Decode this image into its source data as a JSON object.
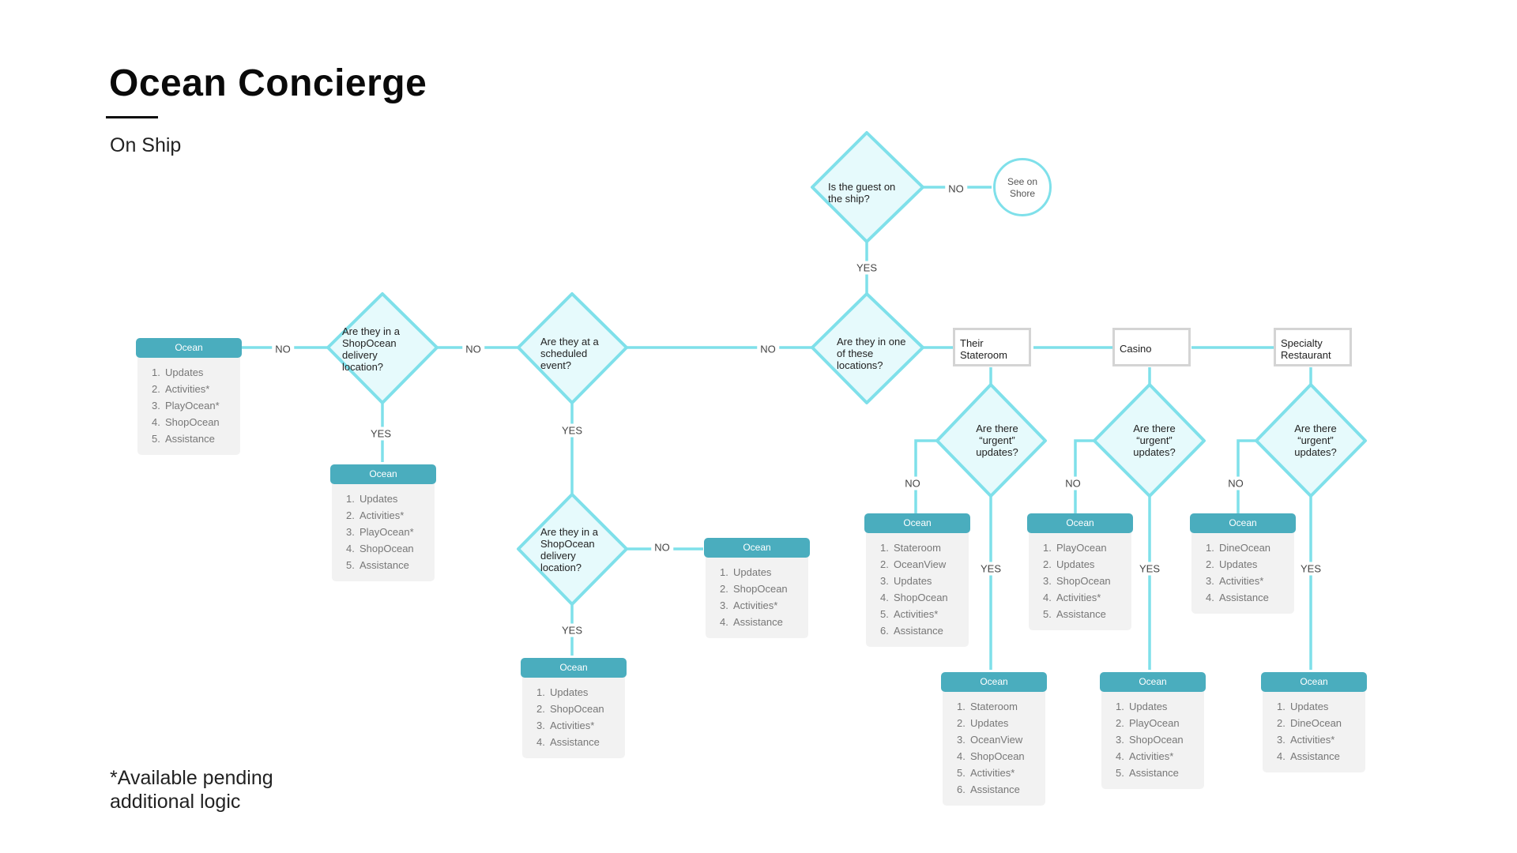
{
  "title": "Ocean Concierge",
  "subtitle": "On Ship",
  "footnote": "*Available pending additional logic",
  "colors": {
    "connector": "#7fe0ea",
    "diamond_fill": "#e6fafc",
    "card_header": "#4aadbe",
    "card_body": "#f2f2f2",
    "box_border": "#d4d4d4"
  },
  "decisions": {
    "on_ship": "Is the guest on the ship?",
    "locations": "Are they in one of these locations?",
    "scheduled": "Are they at a scheduled event?",
    "delivery_left": "Are they in a ShopOcean delivery location?",
    "delivery_event": "Are they in a ShopOcean delivery location?",
    "urgent_stateroom": "Are there “urgent” updates?",
    "urgent_casino": "Are there “urgent” updates?",
    "urgent_specialty": "Are there “urgent” updates?"
  },
  "terminal": {
    "see_on_shore": "See on Shore"
  },
  "locations": {
    "stateroom": "Their Stateroom",
    "casino": "Casino",
    "specialty": "Specialty Restaurant"
  },
  "labels": {
    "yes": "YES",
    "no": "NO"
  },
  "cards": {
    "far_left": {
      "header": "Ocean",
      "items": [
        "Updates",
        "Activities*",
        "PlayOcean*",
        "ShopOcean",
        "Assistance"
      ]
    },
    "delivery_yes": {
      "header": "Ocean",
      "items": [
        "Updates",
        "Activities*",
        "PlayOcean*",
        "ShopOcean",
        "Assistance"
      ]
    },
    "event_delivery_yes": {
      "header": "Ocean",
      "items": [
        "Updates",
        "ShopOcean",
        "Activities*",
        "Assistance"
      ]
    },
    "event_delivery_no": {
      "header": "Ocean",
      "items": [
        "Updates",
        "ShopOcean",
        "Activities*",
        "Assistance"
      ]
    },
    "stateroom_no": {
      "header": "Ocean",
      "items": [
        "Stateroom",
        "OceanView",
        "Updates",
        "ShopOcean",
        "Activities*",
        "Assistance"
      ]
    },
    "stateroom_yes": {
      "header": "Ocean",
      "items": [
        "Stateroom",
        "Updates",
        "OceanView",
        "ShopOcean",
        "Activities*",
        "Assistance"
      ]
    },
    "casino_no": {
      "header": "Ocean",
      "items": [
        "PlayOcean",
        "Updates",
        "ShopOcean",
        "Activities*",
        "Assistance"
      ]
    },
    "casino_yes": {
      "header": "Ocean",
      "items": [
        "Updates",
        "PlayOcean",
        "ShopOcean",
        "Activities*",
        "Assistance"
      ]
    },
    "specialty_no": {
      "header": "Ocean",
      "items": [
        "DineOcean",
        "Updates",
        "Activities*",
        "Assistance"
      ]
    },
    "specialty_yes": {
      "header": "Ocean",
      "items": [
        "Updates",
        "DineOcean",
        "Activities*",
        "Assistance"
      ]
    }
  }
}
